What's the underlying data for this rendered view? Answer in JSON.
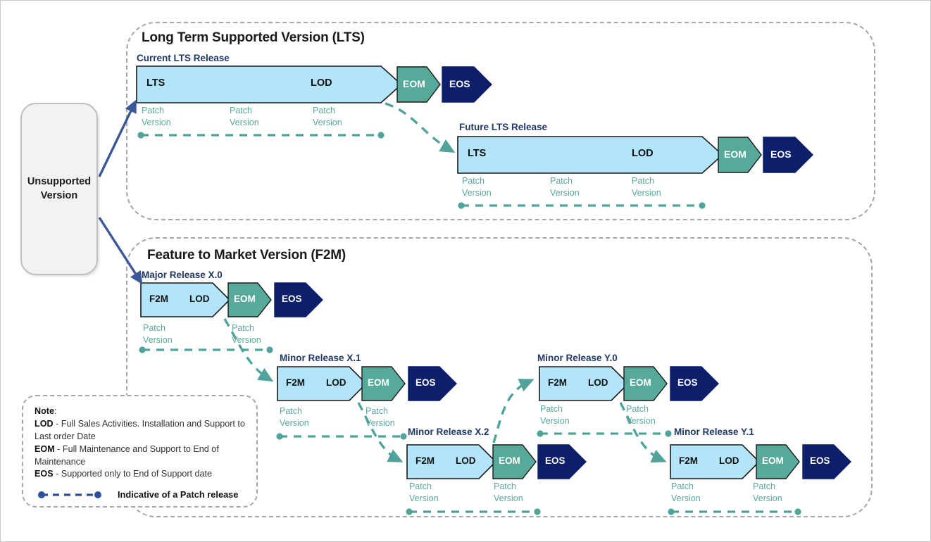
{
  "diagram": {
    "title_lts": "Long Term Supported Version (LTS)",
    "title_f2m": "Feature to Market Version (F2M)",
    "unsupported": "Unsupported\nVersion",
    "unsupported_line1": "Unsupported",
    "unsupported_line2": "Version"
  },
  "colors": {
    "lts_fill": "#b3e5fa",
    "eom_fill": "#57a99a",
    "eos_fill": "#0d1f6b",
    "patch_teal": "#4fa39a",
    "heading_navy": "#1f3864",
    "arrow_blue": "#3c5799",
    "dashed_gray": "#a6a6a6",
    "unsupported_fill": "#f2f2f2"
  },
  "labels": {
    "lts": "LTS",
    "lod": "LOD",
    "eom": "EOM",
    "eos": "EOS",
    "f2m": "F2M",
    "patch_line1": "Patch",
    "patch_line2": "Version"
  },
  "releases": [
    {
      "id": "current-lts",
      "title": "Current LTS Release",
      "kind": "lts"
    },
    {
      "id": "future-lts",
      "title": "Future LTS Release",
      "kind": "lts"
    },
    {
      "id": "major-x0",
      "title": "Major Release X.0",
      "kind": "f2m"
    },
    {
      "id": "minor-x1",
      "title": "Minor Release X.1",
      "kind": "f2m"
    },
    {
      "id": "minor-x2",
      "title": "Minor Release X.2",
      "kind": "f2m"
    },
    {
      "id": "minor-y0",
      "title": "Minor Release Y.0",
      "kind": "f2m"
    },
    {
      "id": "minor-y1",
      "title": "Minor Release Y.1",
      "kind": "f2m"
    }
  ],
  "note": {
    "heading": "Note",
    "heading_colon": ":",
    "items": [
      {
        "term": "LOD",
        "desc": " - Full Sales Activities. Installation and Support to Last order Date"
      },
      {
        "term": "EOM",
        "desc": " - Full Maintenance and Support to End of Maintenance"
      },
      {
        "term": "EOS",
        "desc": " - Supported only to End of Support date"
      }
    ],
    "legend_caption": "Indicative of a Patch release"
  }
}
